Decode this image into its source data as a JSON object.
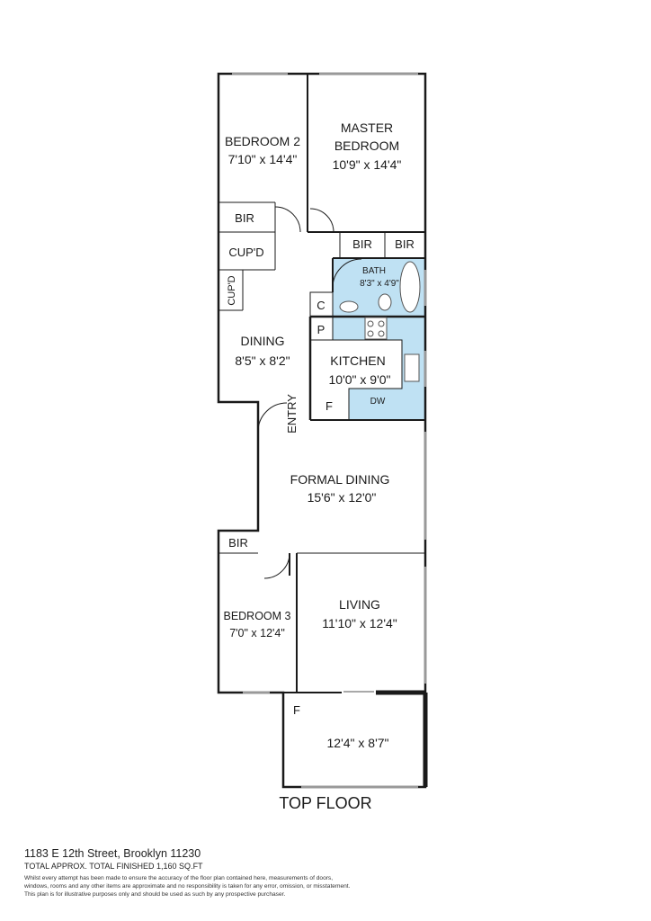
{
  "rooms": {
    "bedroom2": {
      "name": "BEDROOM 2",
      "size": "7'10\" x 14'4\""
    },
    "master": {
      "name1": "MASTER",
      "name2": "BEDROOM",
      "size": "10'9\" x 14'4\""
    },
    "bir1": "BIR",
    "bir2": "BIR",
    "bir3": "BIR",
    "bir4": "BIR",
    "cupd1": "CUP'D",
    "cupd2": "CUP'D",
    "bath": {
      "name": "BATH",
      "size": "8'3\" x 4'9\""
    },
    "closet_c": "C",
    "pantry_p": "P",
    "dining": {
      "name": "DINING",
      "size": "8'5\" x 8'2\""
    },
    "kitchen": {
      "name": "KITCHEN",
      "size": "10'0\" x 9'0\"",
      "f": "F",
      "dw": "DW"
    },
    "entry": "ENTRY",
    "formal_dining": {
      "name": "FORMAL DINING",
      "size": "15'6\" x 12'0\""
    },
    "bedroom3": {
      "name": "BEDROOM 3",
      "size": "7'0\" x 12'4\""
    },
    "living": {
      "name": "LIVING",
      "size": "11'10\" x 12'4\""
    },
    "terrace": {
      "f": "F",
      "size": "12'4\" x 8'7\""
    }
  },
  "floor_label": "TOP FLOOR",
  "footer": {
    "address": "1183 E 12th Street, Brooklyn 11230",
    "total": "TOTAL APPROX. TOTAL FINISHED 1,160 SQ.FT",
    "disclaimer": [
      "Whilst every attempt has been made to ensure the accuracy of the floor plan contained here, measurements of doors,",
      "windows, rooms and any other items are approximate and no responsibility is taken for any error, omission, or misstatement.",
      "This plan is for illustrative purposes only and should be used as such by any prospective purchaser."
    ]
  },
  "colors": {
    "wet_area": "#bfe1f3",
    "wall": "#1a1a1a"
  }
}
